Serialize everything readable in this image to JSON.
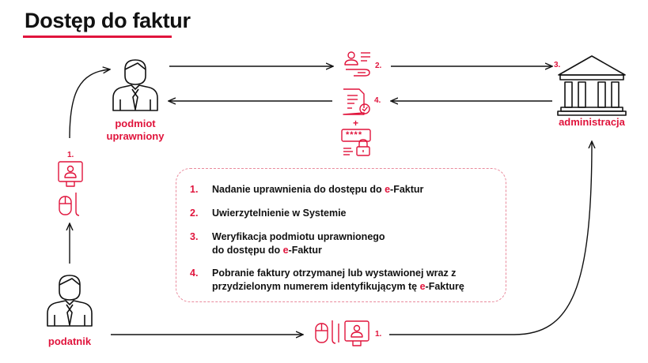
{
  "title": "Dostęp do faktur",
  "actors": {
    "podmiot_line1": "podmiot",
    "podmiot_line2": "uprawniony",
    "administracja": "administracja",
    "podatnik": "podatnik"
  },
  "flow_steps": {
    "top_forward": "2.",
    "admin": "3.",
    "top_back": "4.",
    "left_up": "1.",
    "bottom": "1."
  },
  "plus": "+",
  "password_mask": "****",
  "legend": [
    {
      "num": "1.",
      "before": "Nadanie uprawnienia do dostępu do ",
      "accent": "e",
      "after": "-Faktur"
    },
    {
      "num": "2.",
      "before": "Uwierzytelnienie w Systemie",
      "accent": "",
      "after": ""
    },
    {
      "num": "3.",
      "line1": "Weryfikacja podmiotu uprawnionego",
      "before": "do dostępu do ",
      "accent": "e",
      "after": "-Faktur"
    },
    {
      "num": "4.",
      "line1": "Pobranie faktury otrzymanej lub wystawionej wraz z",
      "before": "przydzielonym numerem identyfikującym tę ",
      "accent": "e",
      "after": "-Fakturę"
    }
  ],
  "colors": {
    "accent": "#e0143c",
    "ink": "#111111"
  }
}
